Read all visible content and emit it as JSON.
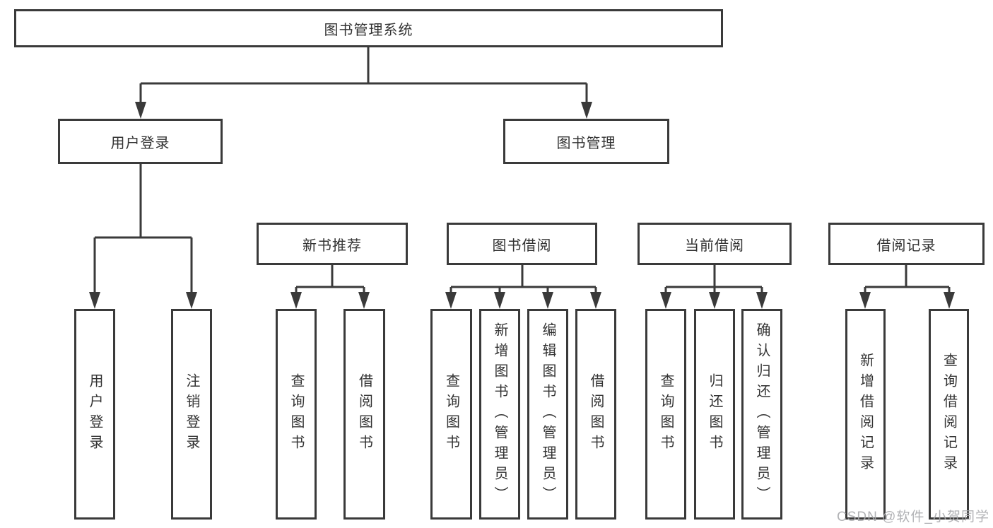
{
  "diagram": {
    "title": "图书管理系统",
    "type": "hierarchy-tree",
    "colors": {
      "line": "#3a3a3a",
      "box_border": "#3a3a3a",
      "box_fill": "#ffffff",
      "text": "#333333",
      "watermark_text_color": "#a8aaad"
    },
    "nodes": {
      "root": {
        "label": "图书管理系统"
      },
      "user_login": {
        "label": "用户登录"
      },
      "book_mgmt": {
        "label": "图书管理"
      },
      "new_book_rec": {
        "label": "新书推荐"
      },
      "book_borrow": {
        "label": "图书借阅"
      },
      "current_borrow": {
        "label": "当前借阅"
      },
      "borrow_records": {
        "label": "借阅记录"
      },
      "leaf_user_login": {
        "label": "用户登录"
      },
      "leaf_logout": {
        "label": "注销登录"
      },
      "leaf_query_books_newrec": {
        "label": "查询图书"
      },
      "leaf_borrow_books_newrec": {
        "label": "借阅图书"
      },
      "leaf_query_books_borrow": {
        "label": "查询图书"
      },
      "leaf_add_books": {
        "label": "新增图书（管理员）"
      },
      "leaf_edit_books": {
        "label": "编辑图书（管理员）"
      },
      "leaf_borrow_books_borrow": {
        "label": "借阅图书"
      },
      "leaf_query_books_current": {
        "label": "查询图书"
      },
      "leaf_return_books": {
        "label": "归还图书"
      },
      "leaf_confirm_return": {
        "label": "确认归还（管理员）"
      },
      "leaf_add_borrow_record": {
        "label": "新增借阅记录"
      },
      "leaf_query_borrow_record": {
        "label": "查询借阅记录"
      }
    },
    "hierarchy": {
      "root": [
        "user_login",
        "book_mgmt"
      ],
      "user_login": [
        "leaf_user_login",
        "leaf_logout"
      ],
      "book_mgmt": [
        "new_book_rec",
        "book_borrow",
        "current_borrow",
        "borrow_records"
      ],
      "new_book_rec": [
        "leaf_query_books_newrec",
        "leaf_borrow_books_newrec"
      ],
      "book_borrow": [
        "leaf_query_books_borrow",
        "leaf_add_books",
        "leaf_edit_books",
        "leaf_borrow_books_borrow"
      ],
      "current_borrow": [
        "leaf_query_books_current",
        "leaf_return_books",
        "leaf_confirm_return"
      ],
      "borrow_records": [
        "leaf_add_borrow_record",
        "leaf_query_borrow_record"
      ]
    }
  },
  "watermark": {
    "text": "CSDN @软件_小贺同学"
  }
}
